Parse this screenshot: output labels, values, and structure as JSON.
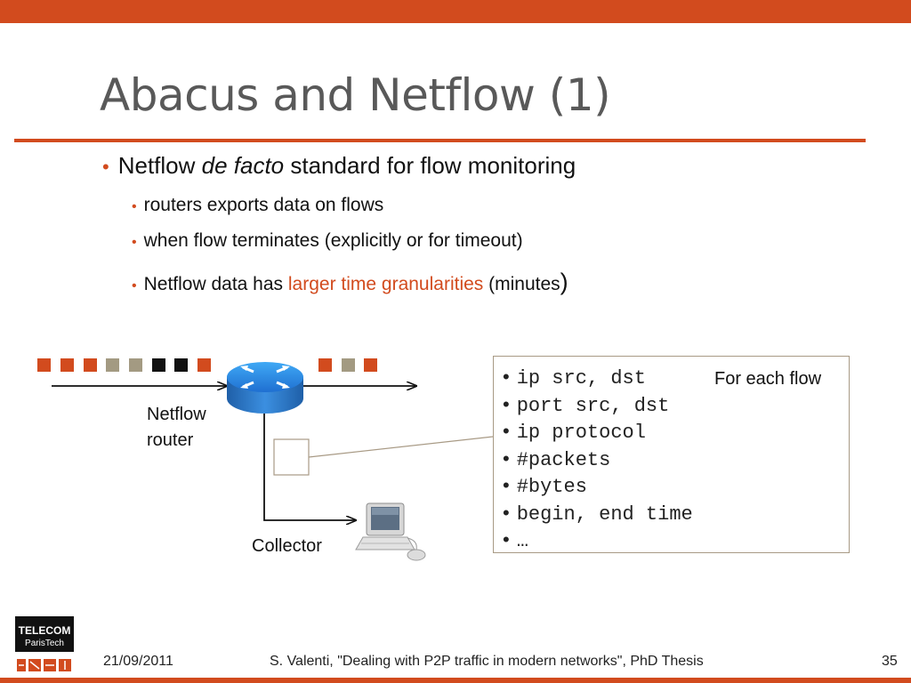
{
  "slide": {
    "title": "Abacus and Netflow (1)",
    "bullet_main": {
      "prefix": "Netflow ",
      "emph": "de facto",
      "suffix": " standard for flow monitoring"
    },
    "sub_bullets": [
      "routers exports data on flows",
      "when flow terminates (explicitly or for timeout)"
    ],
    "sub_bullet_granularity": {
      "prefix": "Netflow data has ",
      "highlight": "larger time granularities",
      "middle": " (minutes",
      "close": ")"
    }
  },
  "diagram": {
    "router_label_line1": "Netflow",
    "router_label_line2": "router",
    "collector_label": "Collector",
    "flow_fields": [
      "ip src, dst",
      "port src, dst",
      "ip protocol",
      "#packets",
      "#bytes",
      "begin, end time",
      "…"
    ],
    "bullet_char": "•",
    "for_each_label": "For each flow",
    "colors": {
      "accent": "#d24b1e",
      "packet_orange": "#d24b1e",
      "packet_tan": "#a39a82",
      "packet_black": "#111111"
    },
    "packets_in": [
      "orange",
      "orange",
      "orange",
      "tan",
      "tan",
      "black",
      "black",
      "orange"
    ],
    "packets_out": [
      "orange",
      "tan",
      "orange"
    ]
  },
  "footer": {
    "date": "21/09/2011",
    "citation": "S. Valenti, \"Dealing with P2P traffic in modern networks\", PhD Thesis",
    "page_number": "35",
    "logo_text_line1": "TELECOM",
    "logo_text_line2": "ParisTech"
  }
}
